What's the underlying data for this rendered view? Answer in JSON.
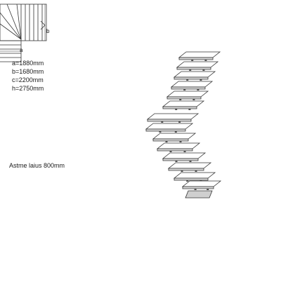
{
  "plan_labels": {
    "a": "a",
    "b": "b"
  },
  "dimensions": [
    {
      "label": "a=1880mm"
    },
    {
      "label": "b=1680mm"
    },
    {
      "label": "c=2200mm"
    },
    {
      "label": "h=2750mm"
    }
  ],
  "note": "Astme laius 800mm",
  "colors": {
    "line": "#333333",
    "tread_top": "#ffffff",
    "tread_side": "#d8d8d8"
  }
}
